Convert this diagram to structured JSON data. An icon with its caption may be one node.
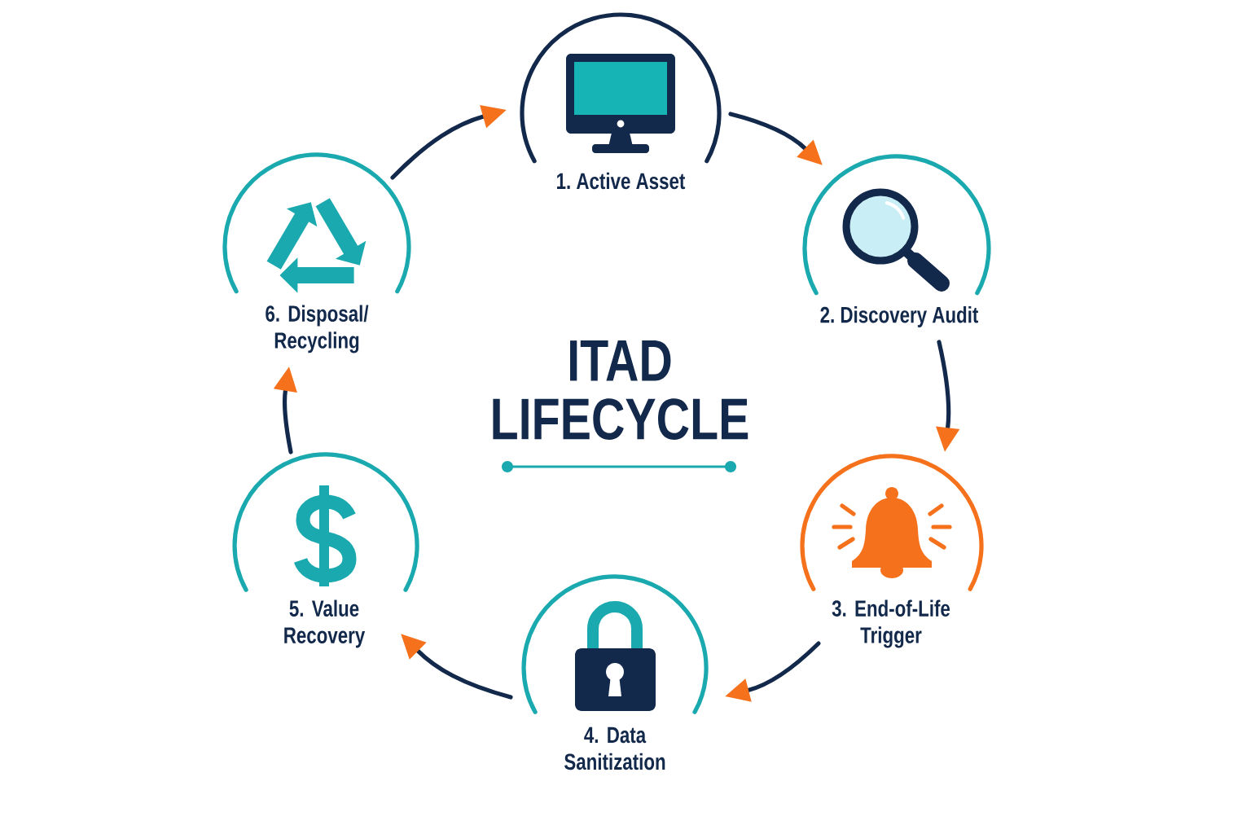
{
  "diagram": {
    "title": "ITAD LIFECYCLE",
    "nodes": [
      {
        "text": [
          "1. Active Asset"
        ]
      },
      {
        "text": [
          "2. Discovery Audit"
        ]
      },
      {
        "text": [
          "3. End-of-Life Trigger"
        ]
      },
      {
        "text": [
          "4. Data Sanitization"
        ]
      },
      {
        "text": [
          "5. Value Recovery"
        ]
      },
      {
        "text": [
          "6. Disposal/ Recycling"
        ]
      }
    ],
    "edges": [
      {
        "from": 0,
        "to": 1,
        "arrow": "to"
      },
      {
        "from": 1,
        "to": 2,
        "arrow": "to"
      },
      {
        "from": 2,
        "to": 3,
        "arrow": "to"
      },
      {
        "from": 3,
        "to": 4,
        "arrow": "to"
      },
      {
        "from": 4,
        "to": 5,
        "arrow": "to"
      },
      {
        "from": 5,
        "to": 0,
        "arrow": "to"
      }
    ]
  }
}
